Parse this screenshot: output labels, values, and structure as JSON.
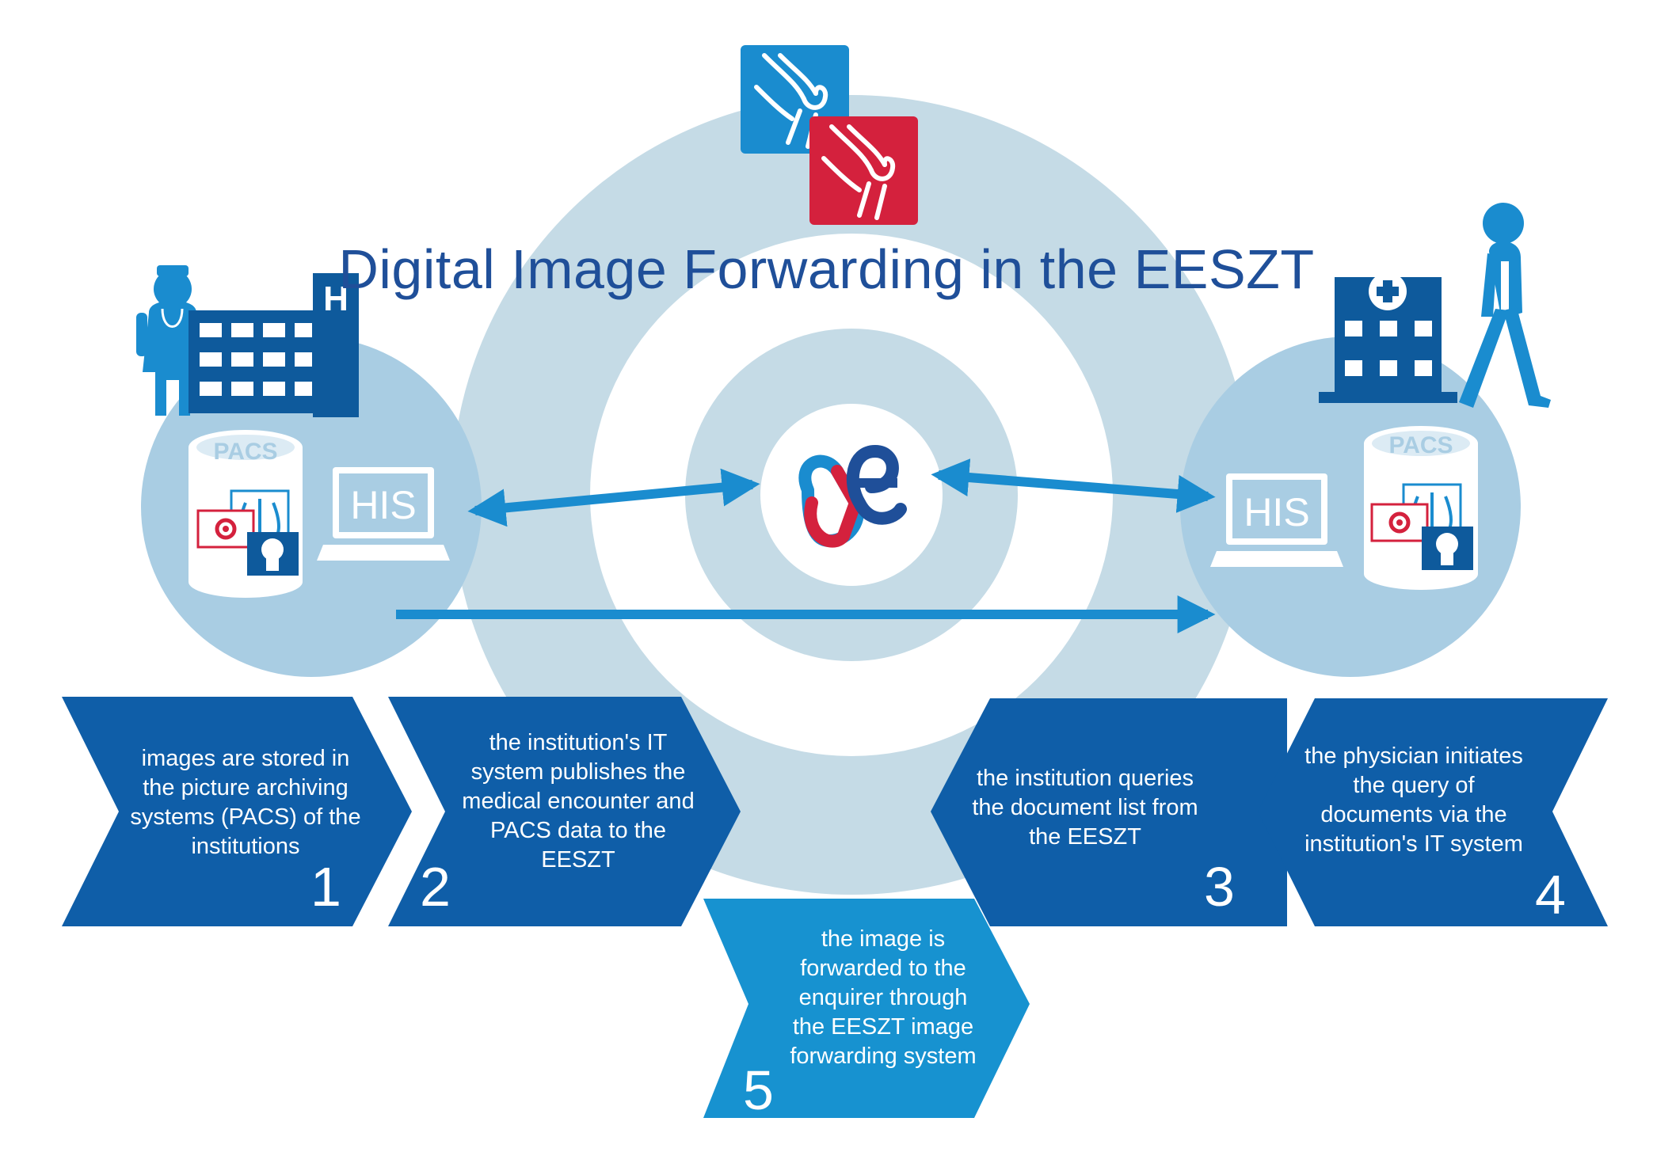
{
  "title": "Digital Image Forwarding in the EESZT",
  "colors": {
    "navy": "#0e5a9c",
    "step_dark": "#0f5ea8",
    "step_light": "#1792d0",
    "ring_light": "#c5dbe6",
    "circle_blue": "#a9cde3",
    "red": "#d4213d",
    "text_blue": "#1f4f99"
  },
  "left_site": {
    "pacs_label": "PACS",
    "his_label": "HIS",
    "hospital_letter": "H"
  },
  "right_site": {
    "pacs_label": "PACS",
    "his_label": "HIS"
  },
  "steps": [
    {
      "number": "1",
      "text": "images are stored in the picture archiving systems (PACS) of the institutions"
    },
    {
      "number": "2",
      "text": "the institution's IT system publishes the medical encounter and PACS data to the EESZT"
    },
    {
      "number": "3",
      "text": "the institution queries the document list from the EESZT"
    },
    {
      "number": "4",
      "text": "the physician initiates the query of documents via the institution's IT system"
    },
    {
      "number": "5",
      "text": "the image is forwarded to the enquirer through the EESZT image forwarding system"
    }
  ],
  "icons": {
    "top": [
      "knee-xray-blue-icon",
      "knee-xray-red-icon"
    ],
    "center": "eeszt-logo-icon",
    "left": [
      "doctor-icon",
      "hospital-building-icon",
      "pacs-server-icon",
      "his-monitor-icon"
    ],
    "right": [
      "clinic-building-icon",
      "walking-patient-icon",
      "his-monitor-icon",
      "pacs-server-icon"
    ]
  }
}
